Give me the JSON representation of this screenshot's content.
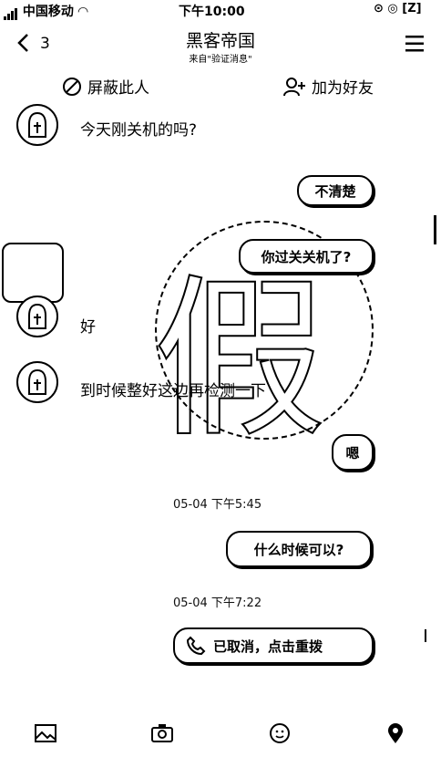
{
  "status_bar": {
    "carrier": "中国移动",
    "time": "下午10:00",
    "right_icons": "⊙ ◎ [Z]"
  },
  "nav": {
    "back_count": "3",
    "title": "黑客帝国",
    "subtitle": "来自\"验证消息\""
  },
  "actions": {
    "block": "屏蔽此人",
    "add_friend": "加为好友"
  },
  "messages": [
    {
      "side": "left",
      "text": "今天刚关机的吗?"
    },
    {
      "side": "right",
      "text": "不清楚"
    },
    {
      "side": "right",
      "text": "你过关关机了?"
    },
    {
      "side": "left",
      "text": "好"
    },
    {
      "side": "left",
      "text": "到时候整好这边再检测一下"
    },
    {
      "side": "right",
      "text": "嗯"
    },
    {
      "side": "right",
      "text": "什么时候可以?"
    },
    {
      "side": "right",
      "text": "已取消，点击重拨"
    }
  ],
  "timestamps": [
    "05-04 下午5:45",
    "05-04 下午7:22"
  ],
  "watermark": "假",
  "toolbar": [
    "image-icon",
    "camera-icon",
    "emoji-icon",
    "location-icon"
  ]
}
